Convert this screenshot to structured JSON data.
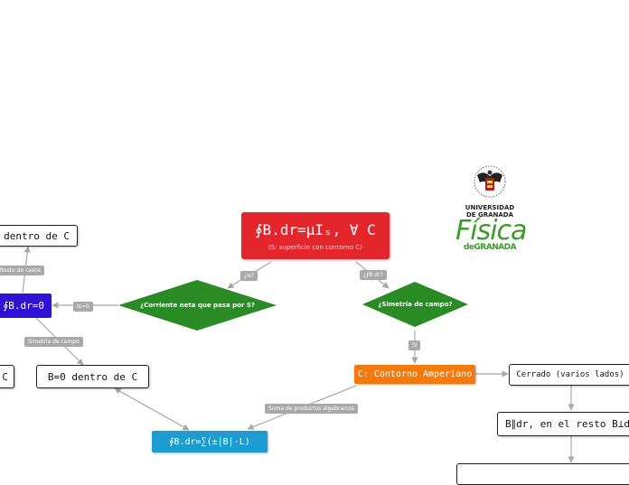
{
  "root": {
    "formula": "∮B.dr=μIₛ, ∀ C",
    "subtitle": "(S: superficie con contorno C)"
  },
  "decisions": {
    "current": "¿Corriente neta que pasa por S?",
    "symmetry": "¿Simetría de campo?"
  },
  "edges": {
    "is_q": "¿Is?",
    "circ_q": "¿∮B.dr?",
    "is_zero": "Is=0",
    "rest_cases": "Resto de casos",
    "field_sym": "Simetría de campo",
    "si": "Sí",
    "sum_products": "Suma de productos algebraicos"
  },
  "nodes": {
    "b_inside_top": "dentro de C",
    "circ_zero": "∮B.dr=0",
    "c_left": "C",
    "b_zero_inside": "B=0 dentro de C",
    "amperian": "C: Contorno Amperiano",
    "closed": "Cerrado (varios lados)",
    "parallel": "B∥dr, en el resto B⊥d",
    "sum_formula": "∮B.dr=∑(±|B|·L)"
  },
  "logo": {
    "line1": "UNIVERSIDAD",
    "line2": "DE GRANADA",
    "fisica": "Física",
    "fisica_sub": "deGRANADA",
    "crest_icon": "university-crest-icon"
  },
  "colors": {
    "root": "#e3262b",
    "decision": "#2a8a23",
    "amperian": "#f47a0e",
    "circ_zero": "#3011d6",
    "sum": "#1c9ccf",
    "edge_label": "#a9a9a9",
    "connector": "#a8a8a8"
  }
}
